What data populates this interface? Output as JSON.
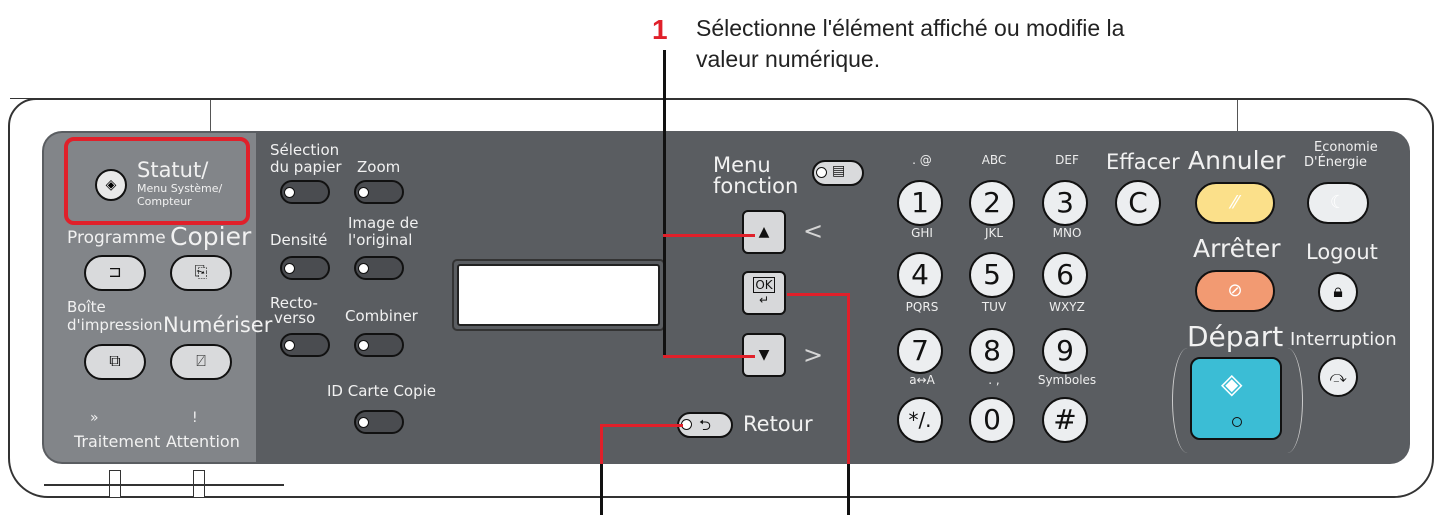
{
  "callout": {
    "number": "1",
    "text_line1": "Sélectionne l'élément affiché ou modifie la",
    "text_line2": "valeur numérique."
  },
  "left_panel": {
    "status_line1": "Statut/",
    "status_line2": "Menu Système/",
    "status_line3": "Compteur",
    "programme": "Programme",
    "copier": "Copier",
    "boite_line1": "Boîte",
    "boite_line2": "d'impression",
    "numeriser": "Numériser",
    "traitement_icon": "»",
    "traitement": "Traitement",
    "attention_icon": "!",
    "attention": "Attention"
  },
  "function_keys": {
    "selection_line1": "Sélection",
    "selection_line2": "du papier",
    "zoom": "Zoom",
    "densite": "Densité",
    "image_line1": "Image de",
    "image_line2": "l'original",
    "recto_line1": "Recto-",
    "recto_line2": "verso",
    "combiner": "Combiner",
    "id_carte": "ID Carte Copie"
  },
  "nav": {
    "menu_line1": "Menu",
    "menu_line2": "fonction",
    "up": "▲",
    "ok_line1": "OK",
    "ok_line2": "↵",
    "down": "▼",
    "less": "<",
    "greater": ">",
    "retour": "Retour"
  },
  "keypad": {
    "keys": [
      {
        "digit": "1",
        "letters": ". @"
      },
      {
        "digit": "2",
        "letters": "ABC"
      },
      {
        "digit": "3",
        "letters": "DEF"
      },
      {
        "digit": "4",
        "letters": "GHI"
      },
      {
        "digit": "5",
        "letters": "JKL"
      },
      {
        "digit": "6",
        "letters": "MNO"
      },
      {
        "digit": "7",
        "letters": "PQRS"
      },
      {
        "digit": "8",
        "letters": "TUV"
      },
      {
        "digit": "9",
        "letters": "WXYZ"
      },
      {
        "digit": "*/.",
        "letters": "a↔A"
      },
      {
        "digit": "0",
        "letters": ". ,"
      },
      {
        "digit": "#",
        "letters": "Symboles"
      }
    ],
    "effacer": "Effacer",
    "clear_key": "C"
  },
  "right_panel": {
    "annuler": "Annuler",
    "economie_line1": "Economie",
    "economie_line2": "D'Énergie",
    "arreter": "Arrêter",
    "logout": "Logout",
    "depart": "Départ",
    "interruption": "Interruption"
  },
  "colors": {
    "accent_red": "#e0202a",
    "panel_face": "#5a5d61",
    "left_panel": "#828589",
    "annuler_button": "#fbe08a",
    "arreter_button": "#f29a72",
    "depart_button": "#3bbdd5"
  }
}
